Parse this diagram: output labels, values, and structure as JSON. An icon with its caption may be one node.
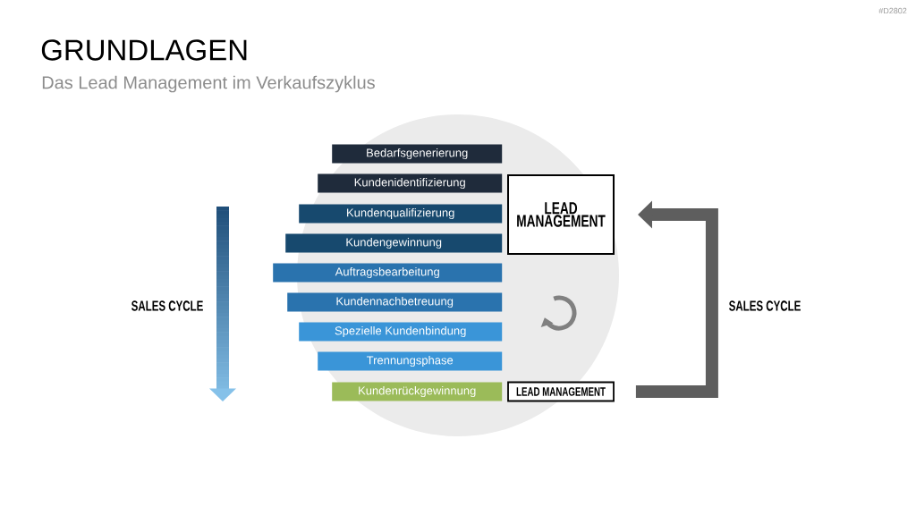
{
  "diagram": {
    "title": "GRUNDLAGEN",
    "nodes": [
      {
        "text": [
          "Bedarfsgenerierung"
        ]
      },
      {
        "text": [
          "Kundenidentifizierung"
        ]
      },
      {
        "text": [
          "Kundenqualifizierung"
        ]
      },
      {
        "text": [
          "Kundengewinnung"
        ]
      },
      {
        "text": [
          "Auftragsbearbeitung"
        ]
      },
      {
        "text": [
          "Kundennachbetreuung"
        ]
      },
      {
        "text": [
          "Spezielle Kundenbindung"
        ]
      },
      {
        "text": [
          "Trennungsphase"
        ]
      },
      {
        "text": [
          "Kundenrückgewinnung"
        ]
      },
      {
        "text": [
          "LEAD MANAGEMENT"
        ]
      },
      {
        "text": [
          "LEAD MANAGEMENT"
        ]
      }
    ],
    "edges": [
      {
        "from": 10,
        "to": 9,
        "arrow": "to"
      }
    ],
    "labels": [
      "#D2802",
      "Das Lead Management im Verkaufszyklus",
      "SALES CYCLE",
      "SALES CYCLE"
    ]
  }
}
